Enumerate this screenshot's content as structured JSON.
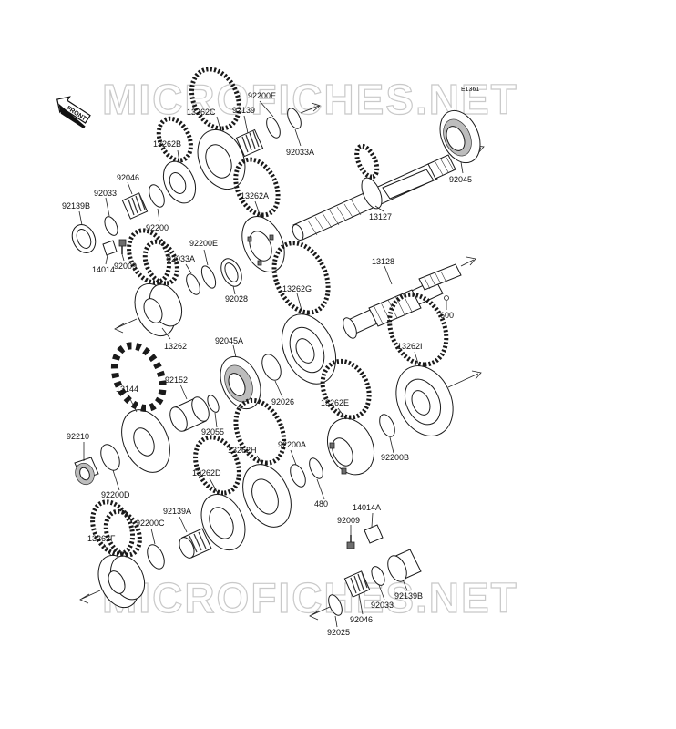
{
  "diagram": {
    "diagram_code": "E1361",
    "watermark": "MICROFICHES.NET",
    "front_label": "FRONT"
  },
  "labels": {
    "p92200E_top": "92200E",
    "p13262C": "13262C",
    "p92139_top": "92139",
    "p92033A_top": "92033A",
    "p92045_top": "92045",
    "p13262B": "13262B",
    "p92046_top": "92046",
    "p92033_top": "92033",
    "p92139B_top": "92139B",
    "p92200": "92200",
    "p13262A": "13262A",
    "p13127": "13127",
    "p92009_top": "92009",
    "p14014": "14014",
    "p92200E_mid": "92200E",
    "p92033A_mid": "92033A",
    "p92028": "92028",
    "p13128": "13128",
    "p13262G": "13262G",
    "p600": "600",
    "p13262": "13262",
    "p92045A": "92045A",
    "p13262I": "13262I",
    "p92152": "92152",
    "p13144": "13144",
    "p92026": "92026",
    "p13262E": "13262E",
    "p92055": "92055",
    "p92210": "92210",
    "p92200A": "92200A",
    "p13262H": "13262H",
    "p92200B": "92200B",
    "p92200D": "92200D",
    "p13262D": "13262D",
    "p480": "480",
    "p14014A": "14014A",
    "p92139A": "92139A",
    "p92009_bot": "92009",
    "p92200C": "92200C",
    "p13262F": "13262F",
    "p92033_bot": "92033",
    "p92139B_bot": "92139B",
    "p92046_bot": "92046",
    "p92025": "92025"
  }
}
